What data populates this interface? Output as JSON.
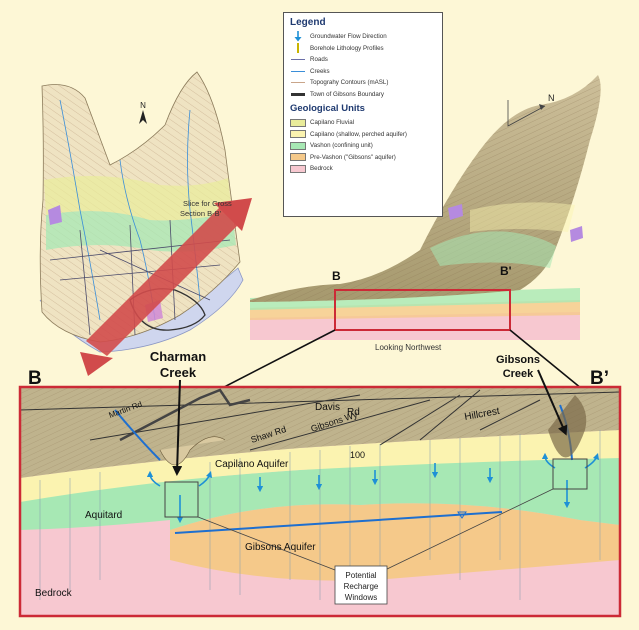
{
  "legend": {
    "title": "Legend",
    "items": [
      {
        "label": "Groundwater Flow Direction",
        "symbol": "arrow-down-icon",
        "color": "#1e90d6"
      },
      {
        "label": "Borehole Lithology Profiles",
        "symbol": "borehole-icon",
        "color": "#c8b400"
      },
      {
        "label": "Roads",
        "symbol": "line",
        "color": "#6b6fa8"
      },
      {
        "label": "Creeks",
        "symbol": "line",
        "color": "#3a8ed8"
      },
      {
        "label": "Topograhy Contours (mASL)",
        "symbol": "line",
        "color": "#c9a58a"
      },
      {
        "label": "Town of Gibsons Boundary",
        "symbol": "thick-line",
        "color": "#333333"
      }
    ],
    "units_title": "Geological Units",
    "units": [
      {
        "label": "Capilano Fluvial",
        "color": "#e9ec9a"
      },
      {
        "label": "Capilano (shallow, perched aquifer)",
        "color": "#fbf3b0"
      },
      {
        "label": "Vashon (confining unit)",
        "color": "#a7e8b4"
      },
      {
        "label": "Pre-Vashon (\"Gibsons\" aquifer)",
        "color": "#f5c98a"
      },
      {
        "label": "Bedrock",
        "color": "#f7c8d0"
      }
    ]
  },
  "map": {
    "north_label": "N",
    "slice_label_1": "Slice for Cross",
    "slice_label_2": "Section B-B'"
  },
  "block": {
    "north_label": "N",
    "label_b": "B",
    "label_b_prime": "B'",
    "looking": "Looking Northwest"
  },
  "section": {
    "label_b": "B",
    "label_b_prime": "B’",
    "charman_1": "Charman",
    "charman_2": "Creek",
    "gibsons_creek_1": "Gibsons",
    "gibsons_creek_2": "Creek",
    "capilano_aquifer": "Capilano Aquifer",
    "aquitard": "Aquitard",
    "gibsons_aquifer": "Gibsons Aquifer",
    "bedrock": "Bedrock",
    "recharge_1": "Potential",
    "recharge_2": "Recharge",
    "recharge_3": "Windows",
    "roads": [
      "Davis",
      "Rd",
      "Shaw Rd",
      "Gibsons Wy",
      "Hillcrest",
      "100",
      "Martin Rd"
    ]
  },
  "colors": {
    "frame_red": "#cc2a36",
    "groundwater_blue": "#1e90d6",
    "background": "#fdf7d6"
  }
}
